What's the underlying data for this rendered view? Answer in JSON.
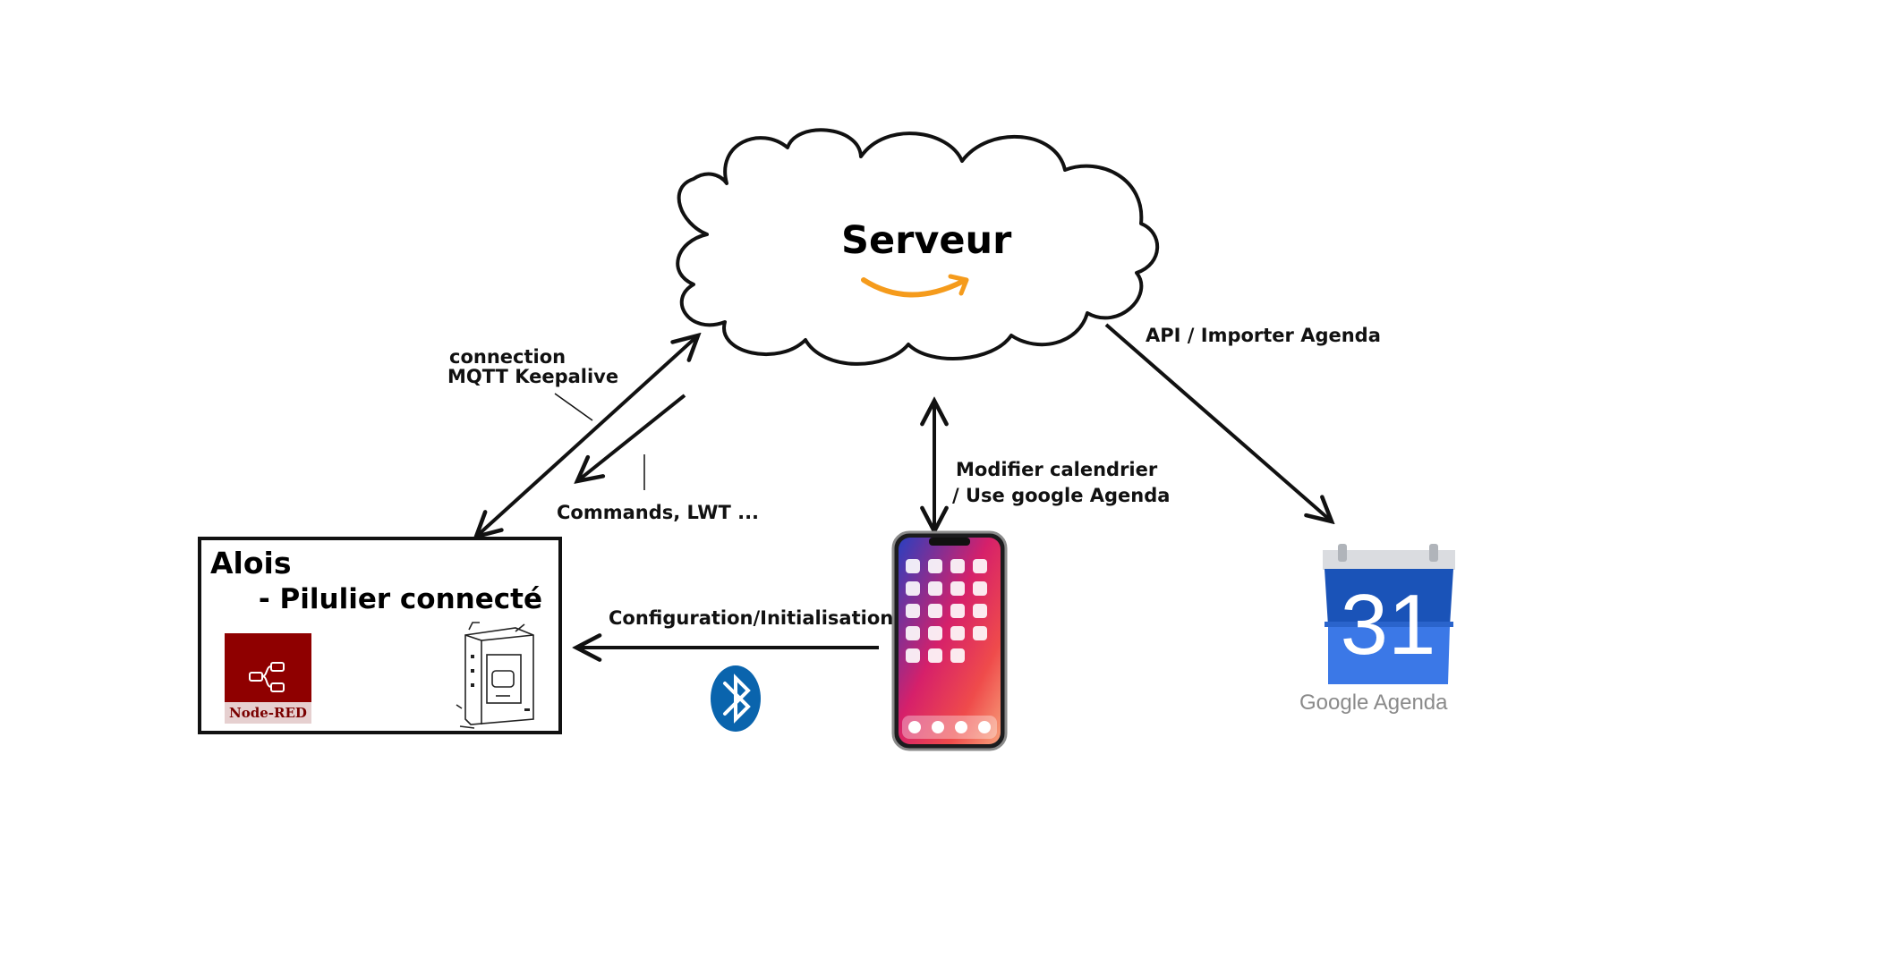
{
  "server": {
    "title": "Serveur"
  },
  "links": {
    "mqtt_line1": "connection",
    "mqtt_line2": "MQTT Keepalive",
    "commands": "Commands, LWT ...",
    "api": "API / Importer Agenda",
    "phone_line1": "Modifier calendrier",
    "phone_line2": "/ Use google  Agenda",
    "config": "Configuration/Initialisation"
  },
  "alois": {
    "title": "Alois",
    "subtitle": "- Pilulier connecté",
    "nodered_label": "Node-RED"
  },
  "calendar": {
    "day": "31",
    "label": "Google Agenda"
  },
  "colors": {
    "amazon_orange": "#f59b1c",
    "nodered_red": "#8f0000",
    "bluetooth_blue": "#0a64ad",
    "gcal_blue": "#3b78e7",
    "gcal_dark": "#1a53b8"
  },
  "icons": [
    "cloud-icon",
    "amazon-smile-icon",
    "nodered-logo-icon",
    "pill-dispenser-sketch-icon",
    "smartphone-icon",
    "bluetooth-icon",
    "calendar-icon"
  ]
}
